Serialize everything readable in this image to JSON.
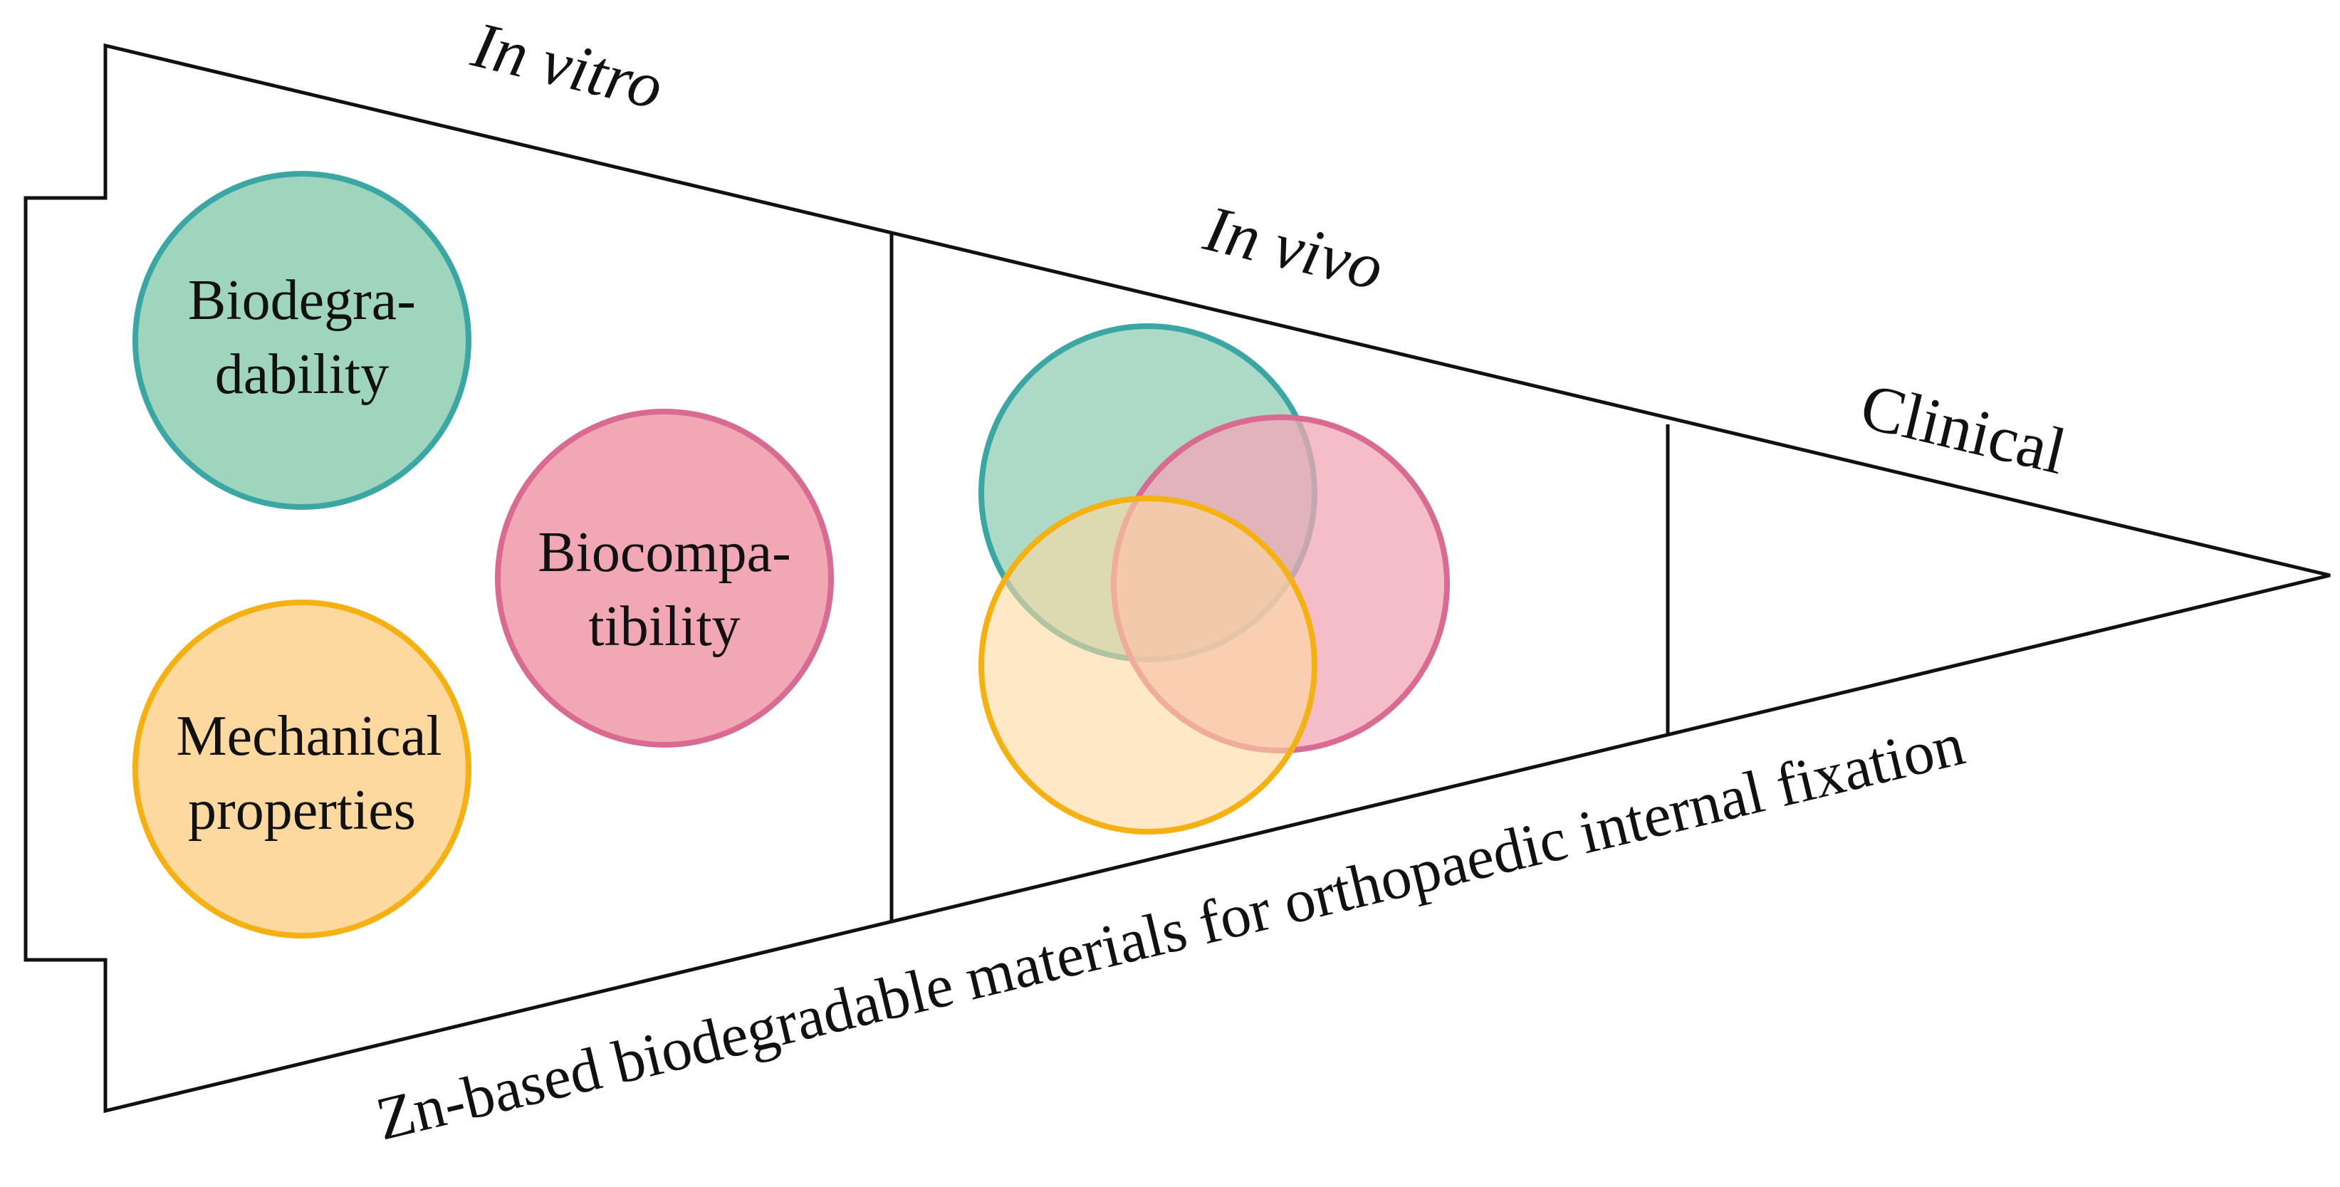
{
  "stages": {
    "in_vitro": "In vitro",
    "in_vivo": "In vivo",
    "clinical": "Clinical"
  },
  "properties": {
    "biodegradability": [
      "Biodegra-",
      "dability"
    ],
    "biocompatibility": [
      "Biocompa-",
      "tibility"
    ],
    "mechanical": [
      "Mechanical",
      "properties"
    ]
  },
  "bottom_label": "Zn-based biodegradable materials for orthopaedic internal fixation",
  "colors": {
    "outline": "#111111",
    "teal_fill": "#9fd4bd",
    "teal_stroke": "#3aa7a4",
    "pink_fill": "#f2a7b5",
    "pink_stroke": "#d96a92",
    "orange_fill": "#fdd9a0",
    "orange_stroke": "#f5b112"
  }
}
